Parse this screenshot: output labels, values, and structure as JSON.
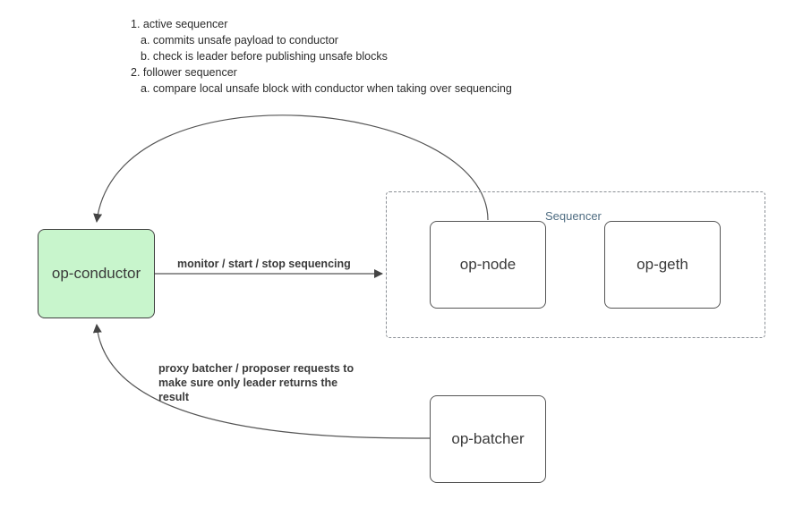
{
  "notes": [
    {
      "text": "1. active sequencer"
    },
    {
      "text": "a. commits unsafe payload to conductor"
    },
    {
      "text": "b. check is leader before publishing unsafe blocks"
    },
    {
      "text": "2. follower sequencer"
    },
    {
      "text": "a. compare local unsafe block with conductor when taking over sequencing"
    }
  ],
  "nodes": {
    "conductor": "op-conductor",
    "node": "op-node",
    "geth": "op-geth",
    "batcher": "op-batcher"
  },
  "group": {
    "label": "Sequencer"
  },
  "edges": {
    "monitor": "monitor / start / stop sequencing",
    "proxy": [
      "proxy batcher / proposer requests to",
      "make sure only leader returns the",
      "result"
    ]
  },
  "colors": {
    "conductor_fill": "#c8f5cc",
    "line": "#555555",
    "group_border": "#8a8f95",
    "group_label": "#4f6d82"
  }
}
